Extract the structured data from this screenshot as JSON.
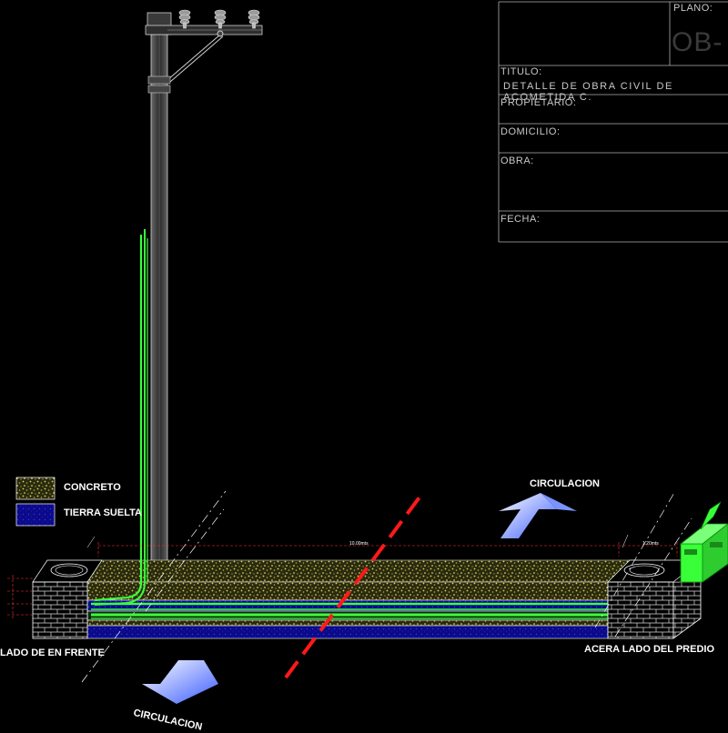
{
  "title_block": {
    "plano_label": "PLANO:",
    "plano_code": "OB-",
    "titulo_label": "TITULO:",
    "titulo_value": "DETALLE DE OBRA CIVIL DE ACOMETIDA C.",
    "propietario_label": "PROPIETARIO:",
    "domicilio_label": "DOMICILIO:",
    "obra_label": "OBRA:",
    "fecha_label": "FECHA:"
  },
  "legend": {
    "concrete_label": "CONCRETO",
    "soil_label": "TIERRA SUELTA"
  },
  "annotations": {
    "circulation_top": "CIRCULACION",
    "circulation_bottom": "CIRCULACION",
    "sidewalk_front": "LADO DE EN FRENTE",
    "sidewalk_property": "ACERA LADO DEL PREDIO",
    "length_main": "10.00mts",
    "length_side": "1.20mts"
  },
  "colors": {
    "concrete": "#c8c040",
    "soil": "#1010a0",
    "conduit": "#3cff3c",
    "cut_line": "#ff1a1a",
    "arrow": "#4a6cff",
    "title_block_line": "#b0b0b0"
  }
}
